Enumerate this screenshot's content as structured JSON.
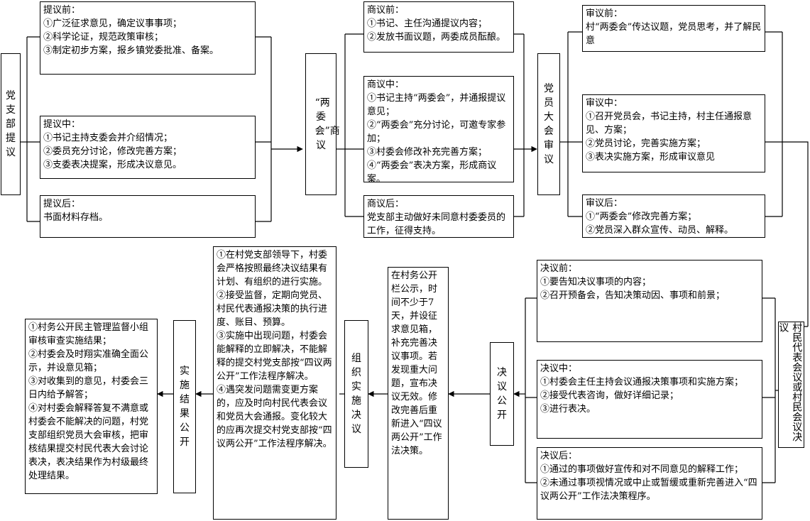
{
  "nodes": {
    "party_branch": "党支部提议",
    "two_committees": "“两委会”商议",
    "party_members_meeting": "党员大会审议",
    "villager_reps": "村民代表会议或村民会议决议",
    "decision_public": "决议公开",
    "organize_impl": "组织实施决议",
    "impl_public": "实施结果公开"
  },
  "propose": {
    "before": [
      "提议前：",
      "①广泛征求意见，确定议事事项；",
      "②科学论证，规范政策审核；",
      "③制定初步方案，报乡镇党委批准、备案。"
    ],
    "during": [
      "提议中：",
      "①书记主持支委会并介绍情况；",
      "②委员充分讨论，修改完善方案；",
      "③支委表决提案，形成决议意见。"
    ],
    "after": [
      "提议后：",
      "书面材料存档。"
    ]
  },
  "discuss": {
    "before": [
      "商议前：",
      "①书记、主任沟通提议内容；",
      "②发放书面议题，两委成员酝酿。"
    ],
    "during": [
      "商议中：",
      "①书记主持“两委会”，并通报提议意见；",
      "②“两委会”充分讨论，可邀专家参加；",
      "③村委会修改补充完善方案；",
      "④“两委会”表决方案，形成商议案。"
    ],
    "after": [
      "商议后：",
      "党支部主动做好未同意村委委员的工作，征得支持。"
    ]
  },
  "review": {
    "before": [
      "审议前：",
      "村“两委会”传达议题，党员思考，并了解民意"
    ],
    "during": [
      "审议中：",
      "①召开党员会，书记主持，村主任通报意见、方案；",
      "②党员讨论，完善实施方案；",
      "③表决实施方案，形成审议意见"
    ],
    "after": [
      "审议后：",
      "①“两委会”修改完善方案；",
      "②党员深入群众宣传、动员、解释。"
    ]
  },
  "decide": {
    "before": [
      "决议前：",
      "①要告知决议事项的内容；",
      "②召开预备会，告知决策动因、事项和前景；"
    ],
    "during": [
      "决议中：",
      "①村委会主任主持会议通报决策事项和实施方案；",
      "②接受代表咨询，做好详细记录；",
      "③进行表决。"
    ],
    "after": [
      "决议后：",
      "①通过的事项做好宣传和对不同意见的解释工作；",
      "②未通过事项视情况或中止或暂缓或重新完善进入“四议两公开”工作法决策程序。"
    ]
  },
  "publicity_note": "在村务公开栏公示，时间不少于7天，并设征求意见箱，补充完善决议事项。若发现重大问题，宣布决议无效。修改完善后重新进入“四议两公开”工作法决策。",
  "implementation_note": [
    "①在村党支部领导下，村委会严格按照最终决议结果有计划、有组织的进行实施。",
    "②接受监督，定期向党员、村民代表通报决策的执行进度、账目、预算。",
    "③实施中出现问题，村委会能解释的立即解决，不能解释的提交村党支部按“四议两公开”工作法程序解决。",
    "④遇突发问题需变更方案的，应及时向村民代表会议和党员大会通报。变化较大的应再次提交村党支部按“四议两公开”工作法程序解决。"
  ],
  "result_note": [
    "①村务公开民主管理监督小组审核审查实施结果；",
    "②村委会及时翔实准确全面公示，并设意见箱；",
    "③对收集到的意见，村委会三日内给予解答；",
    "④对村委会解释答复不满意或村委会不能解决的问题，村党支部组织党员大会审核，把审核结果提交村民代表大会讨论表决，表决结果作为村级最终处理结果。"
  ]
}
